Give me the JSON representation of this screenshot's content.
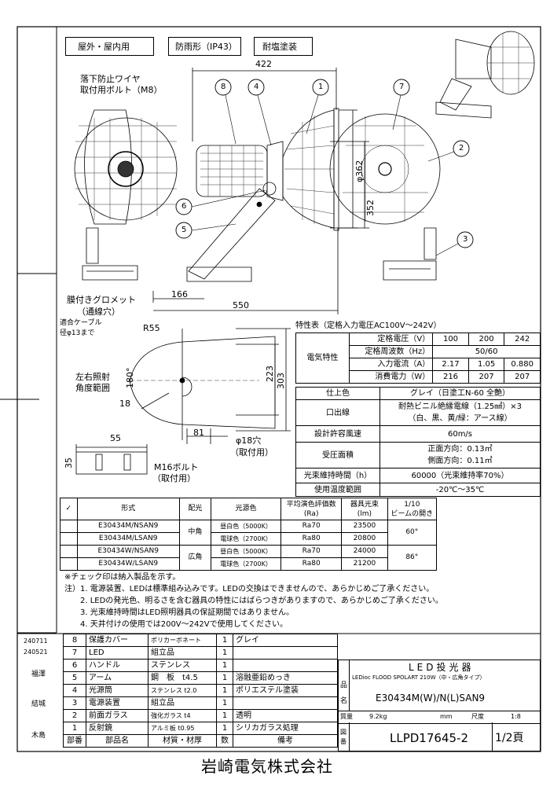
{
  "badges": [
    "屋外・屋内用",
    "防雨形（IP43）",
    "耐塩塗装"
  ],
  "dims": {
    "d422": "422",
    "d362": "φ362",
    "d352": "352",
    "d166": "166",
    "d550": "550",
    "r55": "R55",
    "d223": "223",
    "d303": "303",
    "d18": "18",
    "d81": "81",
    "hole": "φ18穴",
    "hole_sub": "（取付用）",
    "d55": "55",
    "d35": "35",
    "bolt": "M16ボルト",
    "bolt_sub": "（取付用）",
    "deg": "180°"
  },
  "callouts": [
    "1",
    "2",
    "3",
    "4",
    "5",
    "6",
    "7",
    "8"
  ],
  "notes": {
    "wire_l1": "落下防止ワイヤ",
    "wire_l2": "取付用ボルト（M8）",
    "grommet_l1": "膜付きグロメット",
    "grommet_l2": "（通線穴）",
    "cable_l1": "適合ケーブル",
    "cable_l2": "径φ13まで",
    "angle_l1": "左右照射",
    "angle_l2": "角度範囲"
  },
  "spec_title": "特性表（定格入力電圧AC100V～242V）",
  "elec": {
    "label": "電気特性",
    "rows": [
      {
        "name": "定格電圧（V）",
        "v": [
          "100",
          "200",
          "242"
        ]
      },
      {
        "name": "定格周波数（Hz）",
        "v": [
          "50/60"
        ]
      },
      {
        "name": "入力電流（A）",
        "v": [
          "2.17",
          "1.05",
          "0.880"
        ]
      },
      {
        "name": "消費電力（W）",
        "v": [
          "216",
          "207",
          "207"
        ]
      }
    ]
  },
  "props": [
    {
      "k": "仕上色",
      "v": "グレイ（日塗工N-60 全艶）"
    },
    {
      "k": "口出線",
      "v": "耐熱ビニル絶縁電線（1.25㎟）×3",
      "v2": "（白、黒、黄/緑：アース線）"
    },
    {
      "k": "設計許容風速",
      "v": "60m/s"
    },
    {
      "k": "受圧面積",
      "v": "正面方向：0.13㎡",
      "v2": "側面方向：0.11㎡"
    },
    {
      "k": "光束維持時間（h）",
      "v": "60000（光束維持率70%）"
    },
    {
      "k": "使用温度範囲",
      "v": "-20℃～35℃"
    }
  ],
  "models": {
    "headers": [
      "✓",
      "形式",
      "配光",
      "光源色",
      "平均演色評価数",
      "(Ra)",
      "器具光束",
      "(lm)",
      "1/10",
      "ビームの開き"
    ],
    "rows": [
      {
        "model": "E30434M/NSAN9",
        "color": "昼白色（5000K）",
        "ra": "Ra70",
        "lm": "23500"
      },
      {
        "model": "E30434M/LSAN9",
        "color": "電球色（2700K）",
        "ra": "Ra80",
        "lm": "20800"
      },
      {
        "model": "E30434W/NSAN9",
        "color": "昼白色（5000K）",
        "ra": "Ra70",
        "lm": "24000"
      },
      {
        "model": "E30434W/LSAN9",
        "color": "電球色（2700K）",
        "ra": "Ra80",
        "lm": "21200"
      }
    ],
    "groups": [
      {
        "dist": "中角",
        "beam": "60°"
      },
      {
        "dist": "広角",
        "beam": "86°"
      }
    ]
  },
  "footnotes": [
    "※チェック印は納入製品を示す。",
    "注）1. 電源装置、LEDは標準組み込みです。LEDの交換はできませんので、あらかじめご了承ください。",
    "　　2. LEDの発光色、明るさを含む器具の特性にはばらつきがありますので、あらかじめご了承ください。",
    "　　3. 光束維持時間はLED照明器具の保証期間ではありません。",
    "　　4. 天井付けの使用では200V～242Vで使用してください。"
  ],
  "left_column": {
    "date1": "240711",
    "date2": "240521",
    "s1": "福澤",
    "s2": "結城",
    "s3": "木島"
  },
  "parts": [
    {
      "no": "8",
      "name": "保護カバー",
      "mat": "ポリカーボネート",
      "qty": "1",
      "note": "グレイ"
    },
    {
      "no": "7",
      "name": "LED",
      "mat": "組立品",
      "qty": "1",
      "note": ""
    },
    {
      "no": "6",
      "name": "ハンドル",
      "mat": "ステンレス",
      "qty": "1",
      "note": ""
    },
    {
      "no": "5",
      "name": "アーム",
      "mat": "鋼　板　t4.5",
      "qty": "1",
      "note": "溶融亜鉛めっき"
    },
    {
      "no": "4",
      "name": "光源筒",
      "mat": "ステンレス t2.0",
      "qty": "1",
      "note": "ポリエステル塗装"
    },
    {
      "no": "3",
      "name": "電源装置",
      "mat": "組立品",
      "qty": "1",
      "note": ""
    },
    {
      "no": "2",
      "name": "前面ガラス",
      "mat": "強化ガラス t4",
      "qty": "1",
      "note": "透明"
    },
    {
      "no": "1",
      "name": "反射鏡",
      "mat": "アルミ板 t0.95",
      "qty": "1",
      "note": "シリカガラス処理"
    }
  ],
  "parts_header": {
    "no": "部番",
    "name": "部品名",
    "mat": "材質・材厚",
    "qty": "数",
    "note": "備考"
  },
  "title_block": {
    "name_label": "品名",
    "title1": "LED投光器",
    "title2": "LEDioc FLOOD SPOLART 210W（中・広角タイプ）",
    "model": "E30434M(W)/N(L)SAN9",
    "mass_label": "質量",
    "mass": "9.2kg",
    "unit": "mm",
    "scale_label": "尺度",
    "scale": "1:8",
    "drawing_label": "図番",
    "drawing_no": "LLPD17645-2",
    "page": "1/2頁"
  },
  "company": "岩崎電気株式会社"
}
